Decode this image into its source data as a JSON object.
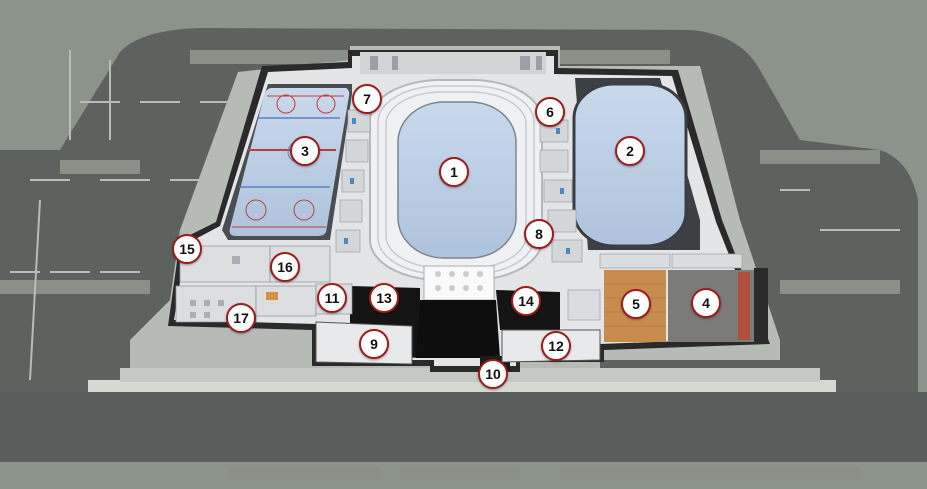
{
  "map": {
    "markers": [
      {
        "id": "marker-1",
        "label": "1"
      },
      {
        "id": "marker-2",
        "label": "2"
      },
      {
        "id": "marker-3",
        "label": "3"
      },
      {
        "id": "marker-4",
        "label": "4"
      },
      {
        "id": "marker-5",
        "label": "5"
      },
      {
        "id": "marker-6",
        "label": "6"
      },
      {
        "id": "marker-7",
        "label": "7"
      },
      {
        "id": "marker-8",
        "label": "8"
      },
      {
        "id": "marker-9",
        "label": "9"
      },
      {
        "id": "marker-10",
        "label": "10"
      },
      {
        "id": "marker-11",
        "label": "11"
      },
      {
        "id": "marker-12",
        "label": "12"
      },
      {
        "id": "marker-13",
        "label": "13"
      },
      {
        "id": "marker-14",
        "label": "14"
      },
      {
        "id": "marker-15",
        "label": "15"
      },
      {
        "id": "marker-16",
        "label": "16"
      },
      {
        "id": "marker-17",
        "label": "17"
      }
    ],
    "colors": {
      "marker_border": "#9b1c1c",
      "marker_fill": "#ffffff",
      "ice": "#bcd0e6",
      "wood_floor": "#c88c4e",
      "turf": "#7a7a78",
      "ground": "#8c938a",
      "road": "#5a5e5c"
    }
  }
}
